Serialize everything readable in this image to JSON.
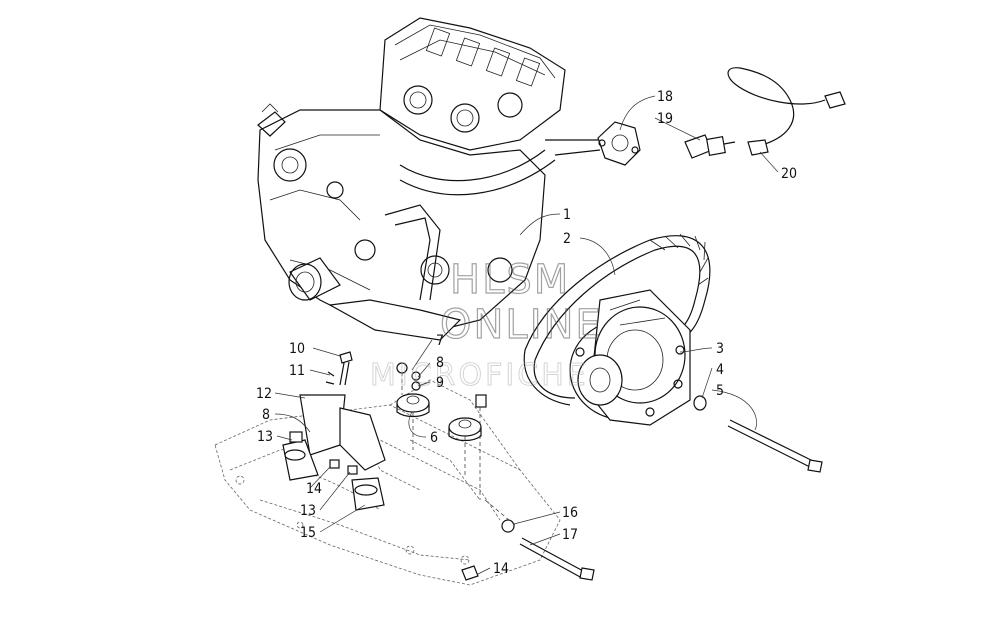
{
  "diagram": {
    "callouts": [
      {
        "id": "c1",
        "label": "1"
      },
      {
        "id": "c2",
        "label": "2"
      },
      {
        "id": "c3",
        "label": "3"
      },
      {
        "id": "c4",
        "label": "4"
      },
      {
        "id": "c5",
        "label": "5"
      },
      {
        "id": "c6",
        "label": "6"
      },
      {
        "id": "c7",
        "label": "7"
      },
      {
        "id": "c8a",
        "label": "8"
      },
      {
        "id": "c8b",
        "label": "8"
      },
      {
        "id": "c9",
        "label": "9"
      },
      {
        "id": "c10",
        "label": "10"
      },
      {
        "id": "c11",
        "label": "11"
      },
      {
        "id": "c12",
        "label": "12"
      },
      {
        "id": "c13a",
        "label": "13"
      },
      {
        "id": "c13b",
        "label": "13"
      },
      {
        "id": "c14a",
        "label": "14"
      },
      {
        "id": "c14b",
        "label": "14"
      },
      {
        "id": "c15",
        "label": "15"
      },
      {
        "id": "c16",
        "label": "16"
      },
      {
        "id": "c17",
        "label": "17"
      },
      {
        "id": "c18",
        "label": "18"
      },
      {
        "id": "c19",
        "label": "19"
      },
      {
        "id": "c20",
        "label": "20"
      }
    ]
  },
  "watermark": {
    "line1": "HLSM",
    "line2": "ONLINE",
    "line3": "MICROFICHE"
  }
}
